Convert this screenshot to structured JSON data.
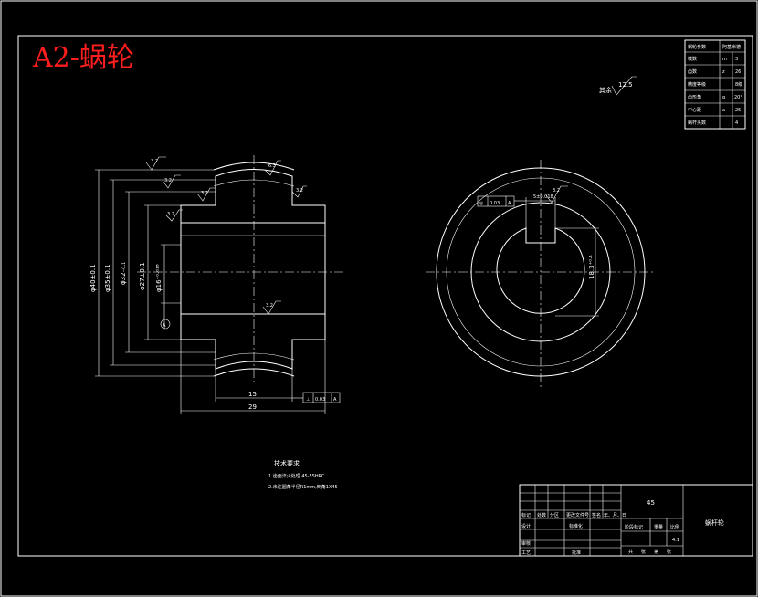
{
  "sheet_title": "A2-蜗轮",
  "param_table": {
    "header": [
      "蜗轮参数",
      "阿基米德"
    ],
    "rows": [
      {
        "name": "模数",
        "sym": "m",
        "val": "3"
      },
      {
        "name": "齿数",
        "sym": "z",
        "val": "26"
      },
      {
        "name": "精度等级",
        "sym": "",
        "val": "8级"
      },
      {
        "name": "齿形角",
        "sym": "α",
        "val": "20°"
      },
      {
        "name": "中心距",
        "sym": "a",
        "val": "25"
      },
      {
        "name": "蜗杆头数",
        "sym": "",
        "val": "4"
      }
    ]
  },
  "roughness_note": {
    "prefix": "其余",
    "value": "12.5"
  },
  "section_view": {
    "dims": {
      "od": "φ40±0.1",
      "d2": "φ35±0.1",
      "d3": "φ32₋₀.₁",
      "d4": "φ27±0.1",
      "bore": "φ16⁺⁰·⁰¹⁸",
      "w15": "15",
      "w29": "29"
    },
    "roughness": [
      "3.2",
      "3.2",
      "3.2",
      "3.2",
      "6.3",
      "3.2",
      "3.2"
    ],
    "datum": "A",
    "tolerance_frame": {
      "symbol": "⊥",
      "value": "0.03",
      "datum": "A"
    }
  },
  "end_view": {
    "tolerance_frame": {
      "symbol": "◎",
      "value": "0.03",
      "datum": "A"
    },
    "roughness": [
      "3.2"
    ],
    "keyway_tol": "5±0.018",
    "keyway_dim": "18.3⁺⁰·¹"
  },
  "tech_req": {
    "title": "技术要求",
    "items": [
      "1.齿面淬火处理 45-55HRC",
      "2.未注圆角半径R1mm,倒角1X45"
    ]
  },
  "title_block": {
    "material": "45",
    "part_name": "蜗杆轮",
    "scale": "4:1",
    "labels": [
      "标记",
      "处数",
      "分区",
      "更改文件号",
      "签名",
      "年、月、日"
    ],
    "roles": [
      "设计",
      "审核",
      "工艺"
    ],
    "std": "标准化",
    "approve": "批准",
    "stage": "阶段标记",
    "weight": "重量",
    "ratio": "比例",
    "sheet": [
      "共",
      "张",
      "第",
      "张"
    ]
  }
}
